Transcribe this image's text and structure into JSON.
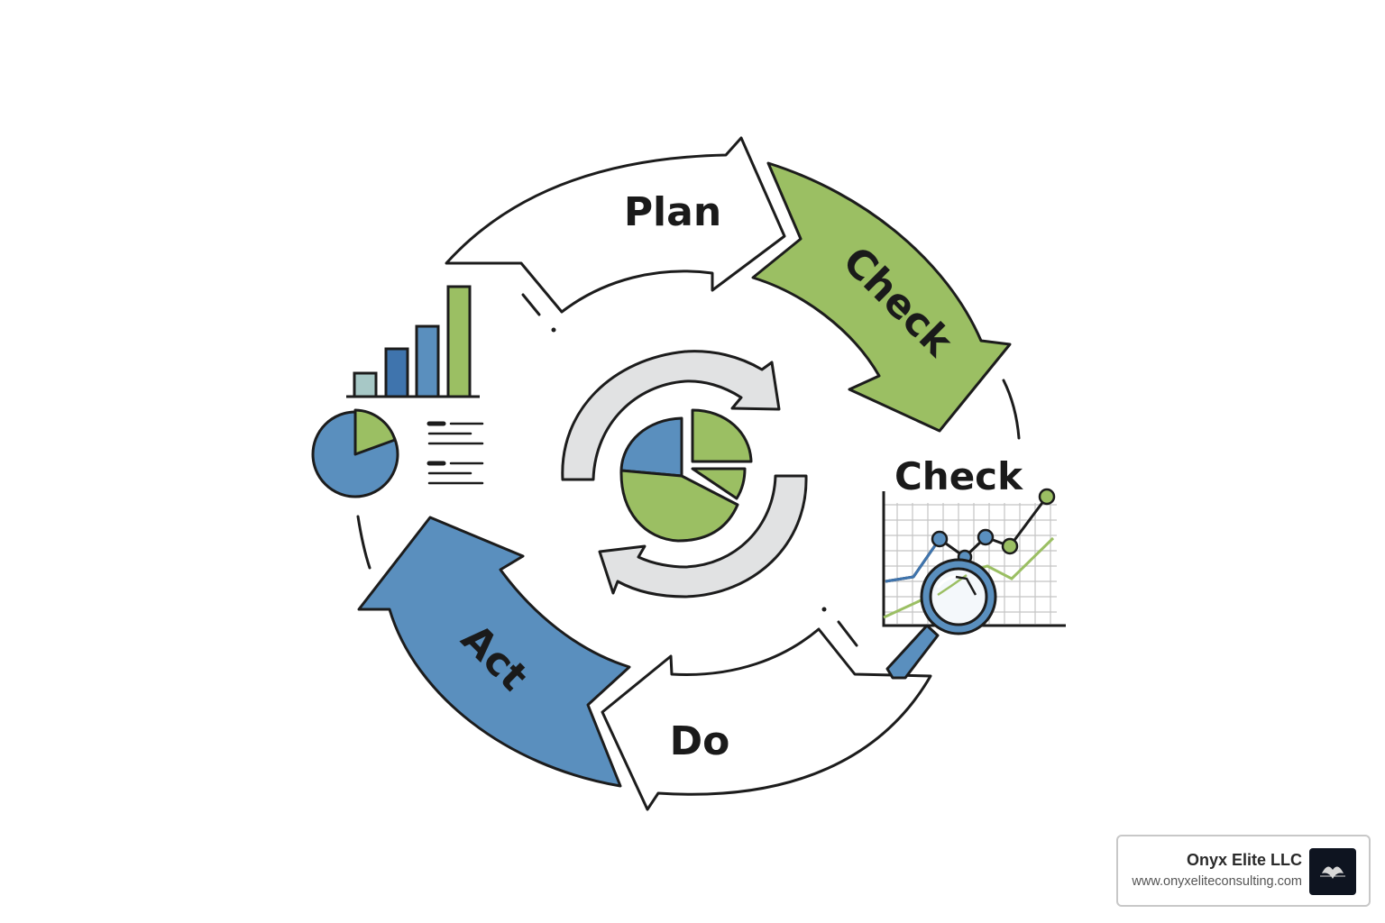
{
  "cycle": {
    "stages": [
      {
        "label": "Plan",
        "color": "#ffffff"
      },
      {
        "label": "Check",
        "color": "#9bbf63"
      },
      {
        "label": "Do",
        "color": "#ffffff"
      },
      {
        "label": "Act",
        "color": "#5a8fbe"
      }
    ],
    "check_callout": "Check"
  },
  "colors": {
    "green": "#9bbf63",
    "blue": "#5a8fbe",
    "dark_blue": "#3f74ad",
    "gray": "#e1e2e3",
    "outline": "#1c1c1c"
  },
  "brand": {
    "name": "Onyx Elite LLC",
    "url": "www.onyxeliteconsulting.com",
    "logo_icon": "onyx-logo-icon"
  }
}
